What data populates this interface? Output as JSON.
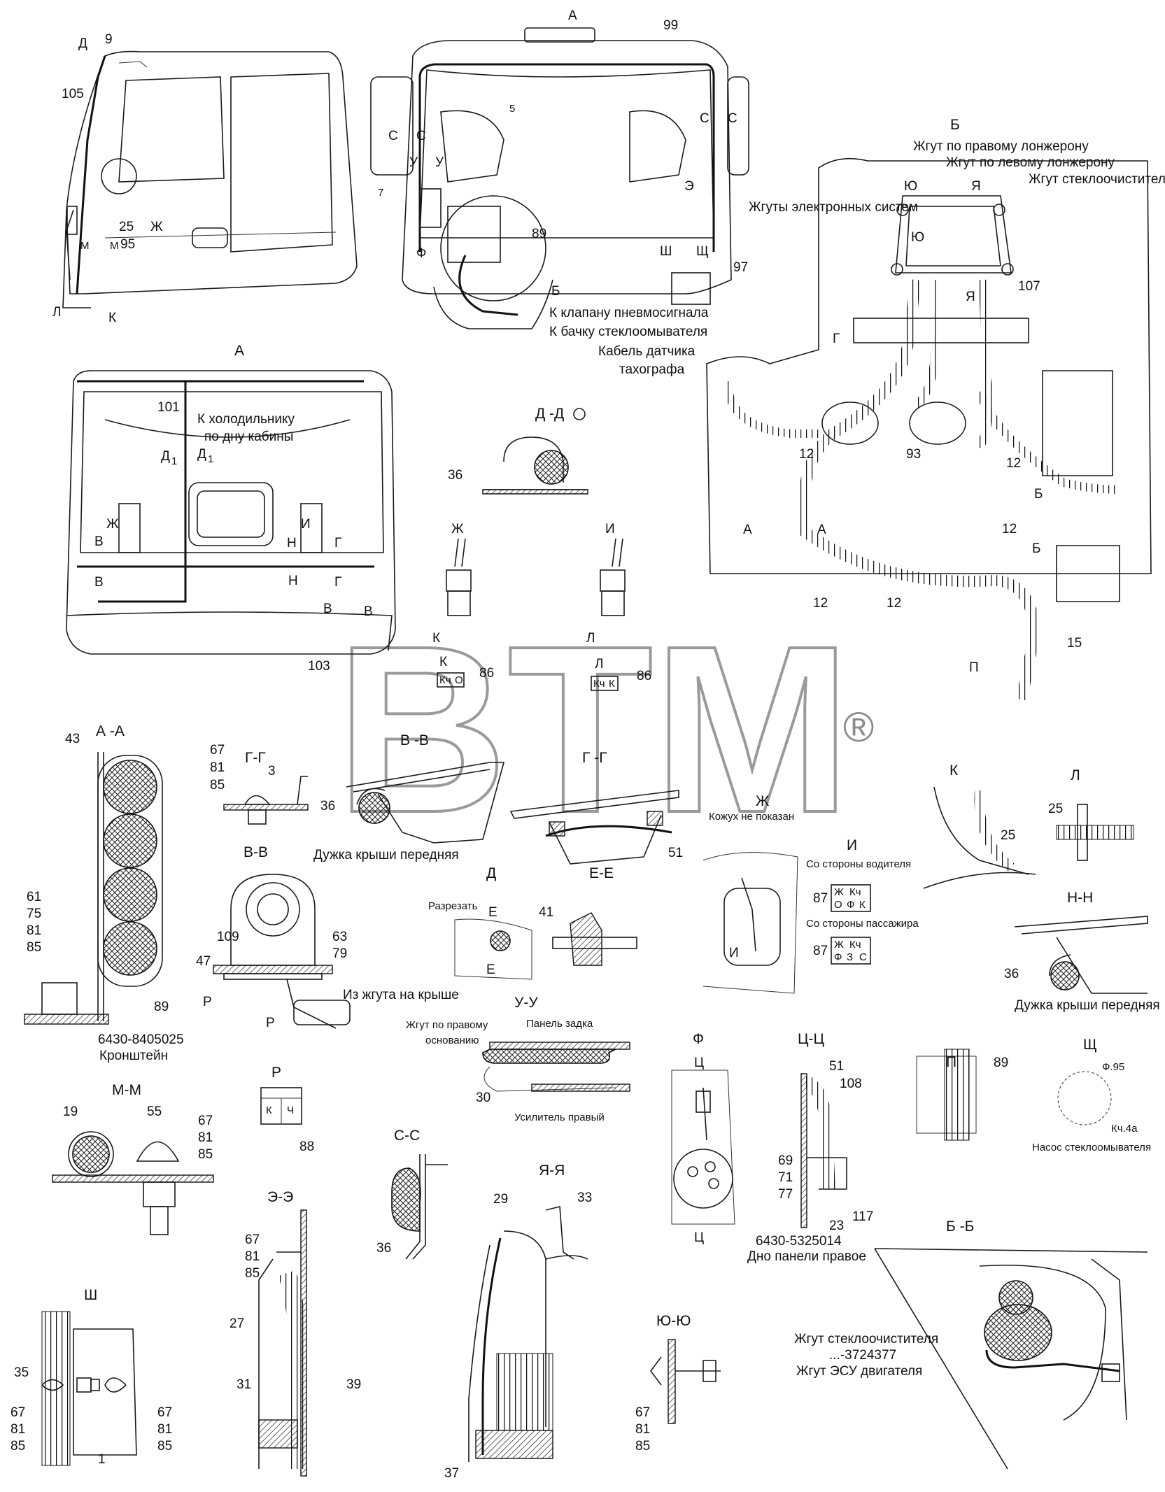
{
  "watermark": {
    "brand": "BTM",
    "mark": "®"
  },
  "labels": {
    "d": "Д",
    "n9": "9",
    "n105": "105",
    "zh": "Ж",
    "n25": "25",
    "n95": "95",
    "m": "М",
    "l": "Л",
    "k": "К",
    "a_arrow": "A",
    "n99": "99",
    "s": "С",
    "u": "У",
    "n5": "5",
    "n7": "7",
    "e": "Э",
    "f": "Ф",
    "n89": "89",
    "sh": "Ш",
    "shch": "Щ",
    "n97": "97",
    "b": "Б",
    "to_pneumo": "К клапану пневмосигнала",
    "to_washer": "К бачку стеклоомывателя",
    "tacho_cable": "Кабель датчика",
    "tacho_cable2": "тахографа",
    "view_a": "А",
    "n101": "101",
    "to_fridge": "К холодильнику",
    "to_fridge2": "по дну кабины",
    "d1": "Д",
    "zh1": "Ж",
    "i1": "И",
    "v1": "В",
    "n_h": "Н",
    "g1": "Г",
    "v": "В",
    "n103": "103",
    "d1d1": "Д  -Д",
    "n36": "36",
    "zh1b": "Ж",
    "i1b": "И",
    "k1": "К",
    "l1": "Л",
    "n86": "86",
    "view_b": "Б",
    "right_spar": "Жгут по правому лонжерону",
    "left_spar": "Жгут по левому лонжерону",
    "wiper": "Жгут стеклоочистителя",
    "electronic": "Жгуты электронных систем",
    "yu": "Ю",
    "ya": "Я",
    "n107": "107",
    "gg": "Г",
    "n12": "12",
    "n93": "93",
    "a1": "А",
    "b1": "Б",
    "n15": "15",
    "p1": "П",
    "a1a1": "А -А",
    "n43": "43",
    "n61": "61",
    "n75": "75",
    "n81": "81",
    "n85": "85",
    "bracket_no": "6430-8405025",
    "bracket": "Кронштейн",
    "gg_sec": "Г-Г",
    "n67": "67",
    "n3": "3",
    "v1v1": "В -В",
    "roof_arc": "Дужка крыши передняя",
    "g1g1": "Г -Г",
    "n51": "51",
    "vv": "В-В",
    "n109": "109",
    "n47": "47",
    "n63": "63",
    "n79": "79",
    "p": "Р",
    "from_roof": "Из жгута на крыше",
    "p1b": "Р",
    "d_sec": "Д",
    "cut": "Разрезать",
    "e_mark": "Е",
    "ee": "Е-Е",
    "n41": "41",
    "zh_view": "Ж",
    "no_casing": "Кожух не показан",
    "i_mark": "И",
    "k_view": "К",
    "l_view": "Л",
    "i_view": "И",
    "driver_side": "Со стороны водителя",
    "pass_side": "Со стороны пассажира",
    "n87": "87",
    "nn": "Н-Н",
    "roof_arc2": "Дужка крыши передняя",
    "uu": "У-У",
    "right_base": "Жгут по правому",
    "right_base2": "основанию",
    "rear_panel": "Панель задка",
    "n30": "30",
    "right_amp": "Усилитель правый",
    "p1_view": "Р",
    "kk": "К",
    "ch": "Ч",
    "n88": "88",
    "mm": "М-М",
    "n19": "19",
    "n55": "55",
    "ss": "С-С",
    "f_view": "Ф",
    "ts": "Ц",
    "panel_no": "6430-5325014",
    "panel_bottom": "Дно панели правое",
    "tsts": "Ц-Ц",
    "n108": "108",
    "n69": "69",
    "n71": "71",
    "n77": "77",
    "n23": "23",
    "n117": "117",
    "p1_sec": "П",
    "shch_view": "Щ",
    "f95": "Ф.95",
    "kch4a": "Кч.4а",
    "washer_pump": "Насос стеклоомывателя",
    "ee2": "Э-Э",
    "n27": "27",
    "n31": "31",
    "n39": "39",
    "yaya": "Я-Я",
    "n29": "29",
    "n33": "33",
    "n37": "37",
    "yuyu": "Ю-Ю",
    "sh_view": "Ш",
    "n35": "35",
    "n1": "1",
    "b1b1": "Б -Б",
    "wiper2": "Жгут стеклоочистителя",
    "ecu_no": "...-3724377",
    "ecu": "Жгут ЭСУ двигателя",
    "sub1": "1"
  },
  "connectors": {
    "k1": [
      "Кч",
      "О"
    ],
    "l1": [
      "Кч",
      "К"
    ],
    "driver_top": [
      "Ж",
      "Кч"
    ],
    "driver_bot": [
      "О",
      "Ф",
      "К"
    ],
    "pass_top": [
      "Ж",
      "Кч"
    ],
    "pass_bot": [
      "Ф",
      "З",
      "С"
    ]
  }
}
